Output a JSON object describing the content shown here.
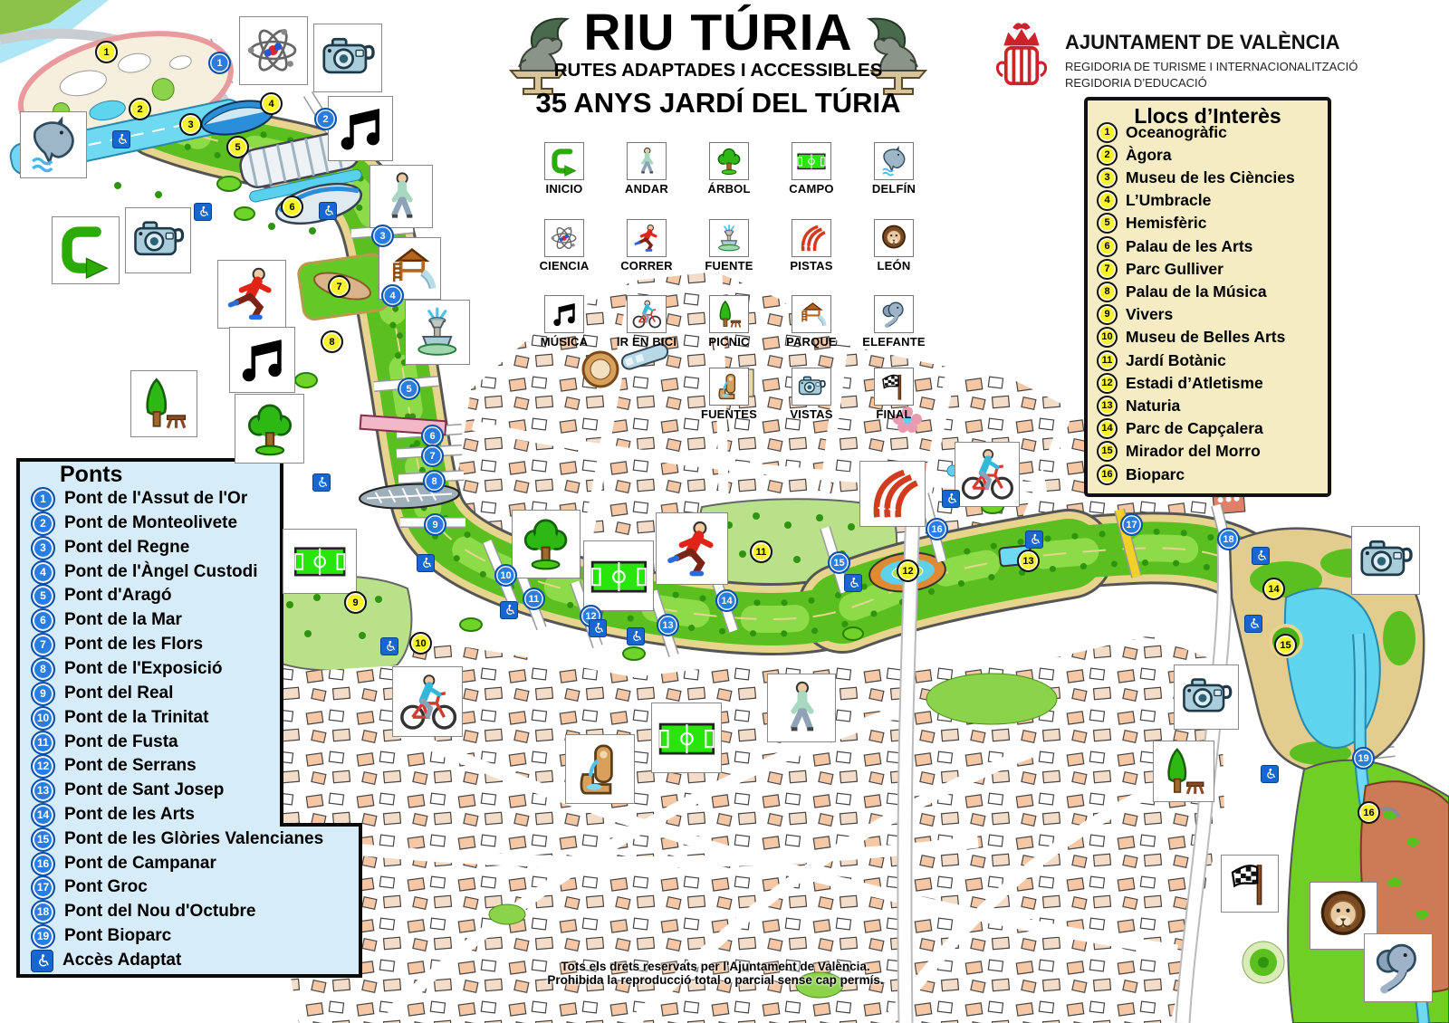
{
  "header": {
    "title": "RIU TÚRIA",
    "subtitle": "RUTES ADAPTADES I ACCESSIBLES",
    "anniversary": "35 ANYS JARDÍ DEL TÚRIA"
  },
  "org": {
    "name": "AJUNTAMENT DE VALÈNCIA",
    "dept1": "REGIDORIA DE TURISME I INTERNACIONALITZACIÓ",
    "dept2": "REGIDORIA D’EDUCACIÓ"
  },
  "legend": {
    "items": [
      {
        "label": "INICIO",
        "icon": "inicio-icon"
      },
      {
        "label": "ANDAR",
        "icon": "walking-person-icon"
      },
      {
        "label": "ÁRBOL",
        "icon": "tree-icon"
      },
      {
        "label": "CAMPO",
        "icon": "football-field-icon"
      },
      {
        "label": "DELFÍN",
        "icon": "dolphin-icon"
      },
      {
        "label": "CIENCIA",
        "icon": "atom-icon"
      },
      {
        "label": "CORRER",
        "icon": "running-person-icon"
      },
      {
        "label": "FUENTE",
        "icon": "fountain-icon"
      },
      {
        "label": "PISTAS",
        "icon": "athletics-track-icon"
      },
      {
        "label": "LEÓN",
        "icon": "lion-icon"
      },
      {
        "label": "MÚSICA",
        "icon": "music-notes-icon"
      },
      {
        "label": "IR EN BICI",
        "icon": "bicycle-icon"
      },
      {
        "label": "PICNIC",
        "icon": "picnic-icon"
      },
      {
        "label": "PARQUE",
        "icon": "playground-icon"
      },
      {
        "label": "ELEFANTE",
        "icon": "elephant-icon"
      },
      {
        "label": "FUENTES",
        "icon": "drinking-fountain-icon"
      },
      {
        "label": "VISTAS",
        "icon": "camera-icon"
      },
      {
        "label": "FINAL",
        "icon": "checkered-flag-icon"
      }
    ]
  },
  "places_panel": {
    "title": "Llocs d’Interès",
    "items": [
      {
        "num": "1",
        "label": "Oceanogràfic"
      },
      {
        "num": "2",
        "label": "Àgora"
      },
      {
        "num": "3",
        "label": "Museu de les Ciències"
      },
      {
        "num": "4",
        "label": "L’Umbracle"
      },
      {
        "num": "5",
        "label": "Hemisfèric"
      },
      {
        "num": "6",
        "label": "Palau de les Arts"
      },
      {
        "num": "7",
        "label": "Parc Gulliver"
      },
      {
        "num": "8",
        "label": "Palau de la Música"
      },
      {
        "num": "9",
        "label": "Vivers"
      },
      {
        "num": "10",
        "label": "Museu de Belles Arts"
      },
      {
        "num": "11",
        "label": "Jardí Botànic"
      },
      {
        "num": "12",
        "label": "Estadi d’Atletisme"
      },
      {
        "num": "13",
        "label": "Naturia"
      },
      {
        "num": "14",
        "label": "Parc de Capçalera"
      },
      {
        "num": "15",
        "label": "Mirador del Morro"
      },
      {
        "num": "16",
        "label": "Bioparc"
      }
    ]
  },
  "bridges_panel": {
    "title": "Ponts",
    "items": [
      {
        "num": "1",
        "label": "Pont de l'Assut de l'Or"
      },
      {
        "num": "2",
        "label": "Pont de Monteolivete"
      },
      {
        "num": "3",
        "label": "Pont del Regne"
      },
      {
        "num": "4",
        "label": "Pont de l'Àngel Custodi"
      },
      {
        "num": "5",
        "label": "Pont d'Aragó"
      },
      {
        "num": "6",
        "label": "Pont de la Mar"
      },
      {
        "num": "7",
        "label": "Pont de les Flors"
      },
      {
        "num": "8",
        "label": "Pont de l'Exposició"
      },
      {
        "num": "9",
        "label": "Pont del Real"
      },
      {
        "num": "10",
        "label": "Pont de la Trinitat"
      },
      {
        "num": "11",
        "label": "Pont de Fusta"
      },
      {
        "num": "12",
        "label": "Pont de Serrans"
      },
      {
        "num": "13",
        "label": "Pont de Sant Josep"
      },
      {
        "num": "14",
        "label": "Pont de les Arts"
      },
      {
        "num": "15",
        "label": "Pont de les Glòries Valencianes"
      },
      {
        "num": "16",
        "label": "Pont de Campanar"
      },
      {
        "num": "17",
        "label": "Pont Groc"
      },
      {
        "num": "18",
        "label": "Pont del Nou d'Octubre"
      },
      {
        "num": "19",
        "label": "Pont Bioparc"
      }
    ],
    "access_label": "Accès Adaptat"
  },
  "map": {
    "icon_boxes": [
      "dolphin",
      "atom",
      "camera",
      "music-notes",
      "walking-person",
      "inicio",
      "camera",
      "running-person",
      "playground",
      "fountain",
      "music-notes",
      "picnic",
      "tree",
      "football-field",
      "tree",
      "football-field",
      "running-person",
      "bicycle",
      "drinking-fountain",
      "football-field",
      "walking-person",
      "athletics-track",
      "bicycle",
      "camera",
      "camera",
      "picnic",
      "checkered-flag",
      "lion",
      "elephant"
    ],
    "bridge_marker_count": "19",
    "place_marker_count": "16"
  },
  "footer": {
    "line1": "Tots els drets reservats per l'Ajuntament de València.",
    "line2": "Prohibida la reproducció total o parcial sense cap permís."
  },
  "colors": {
    "bridge_marker": "#2a7de0",
    "place_marker": "#f8f32c",
    "ponts_panel_bg": "#d7ecf9",
    "llocs_panel_bg": "#f5ecc4",
    "park_green": "#5abf1f",
    "water": "#5fd4ef",
    "sand_path": "#e6d48f",
    "city_block": "#f6c7a4",
    "logo_red": "#cc2229"
  }
}
